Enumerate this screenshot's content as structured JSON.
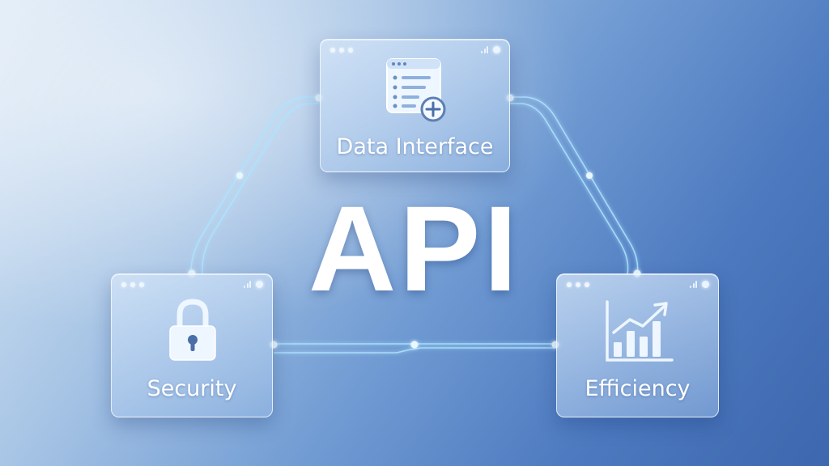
{
  "title": "API",
  "nodes": {
    "data_interface": {
      "label": "Data Interface",
      "icon": "data-list-add-icon"
    },
    "security": {
      "label": "Security",
      "icon": "padlock-icon"
    },
    "efficiency": {
      "label": "Efficiency",
      "icon": "growth-chart-icon"
    }
  },
  "colors": {
    "link": "#aee4ff",
    "glow": "#d8f4ff",
    "card_text": "#ffffff",
    "background_dark": "#3d67ae",
    "background_light": "#dce9f6"
  }
}
